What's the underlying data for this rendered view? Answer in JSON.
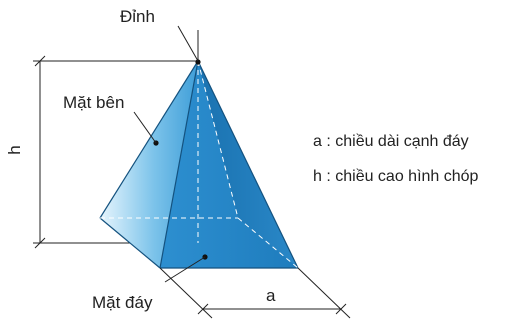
{
  "labels": {
    "apex": "Đỉnh",
    "lateral_face": "Mặt bên",
    "base_face": "Mặt đáy",
    "height": "h",
    "base_edge": "a"
  },
  "legend": [
    "a : chiều dài cạnh đáy",
    "h : chiều cao hình chóp"
  ],
  "colors": {
    "face_dark": "#1f7fbf",
    "face_mid": "#3d9bd6",
    "face_light": "#a9d8f3",
    "edge": "#14527f",
    "line": "#222222"
  }
}
